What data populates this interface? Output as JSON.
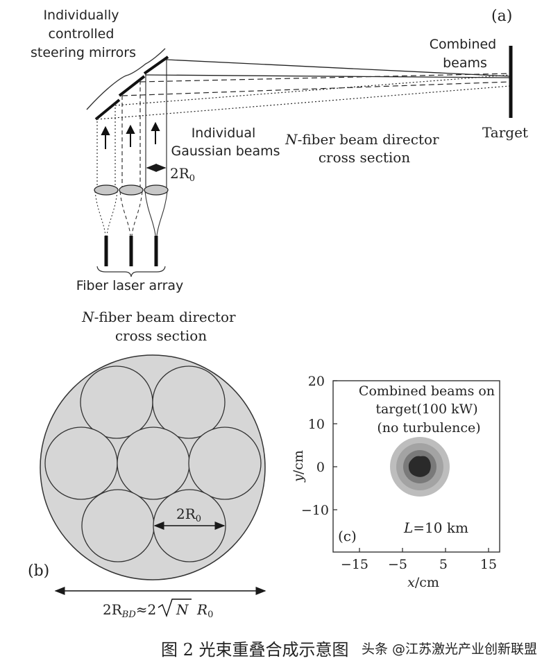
{
  "panel_a": {
    "label": "(a)",
    "mirrors_label": [
      "Individually",
      "controlled",
      "steering mirrors"
    ],
    "combined_label": [
      "Combined",
      "beams"
    ],
    "target_label": "Target",
    "gaussian_label": [
      "Individual",
      "Gaussian beams"
    ],
    "director_label_italic": "N",
    "director_label": [
      "-fiber beam director",
      "cross section"
    ],
    "radius_label": "2R",
    "radius_sub": "0",
    "array_label": "Fiber laser array"
  },
  "panel_b": {
    "label": "(b)",
    "title_italic": "N",
    "title": [
      "-fiber beam director",
      "cross section"
    ],
    "radius_label": "2R",
    "radius_sub": "0",
    "formula_prefix": "2R",
    "formula_sub": "BD",
    "formula_mid": "≈2",
    "formula_root": "N",
    "formula_r": "R",
    "formula_r_sub": "0"
  },
  "panel_c": {
    "label": "(c)",
    "title": [
      "Combined beams on",
      "target(100 kW)",
      "(no turbulence)"
    ],
    "distance_italic": "L",
    "distance": "=10 km",
    "x_ticks": [
      "−15",
      "−5",
      "5",
      "15"
    ],
    "y_ticks": [
      "20",
      "10",
      "0",
      "−10"
    ],
    "xlabel_italic": "x",
    "xlabel": "/cm",
    "ylabel_italic": "y",
    "ylabel": "/cm"
  },
  "caption": "图 2 光束重叠合成示意图",
  "watermark": "头条 @江苏激光产业创新联盟",
  "colors": {
    "fill_gray": "#d6d6d6",
    "ink": "#1a1a1a"
  }
}
